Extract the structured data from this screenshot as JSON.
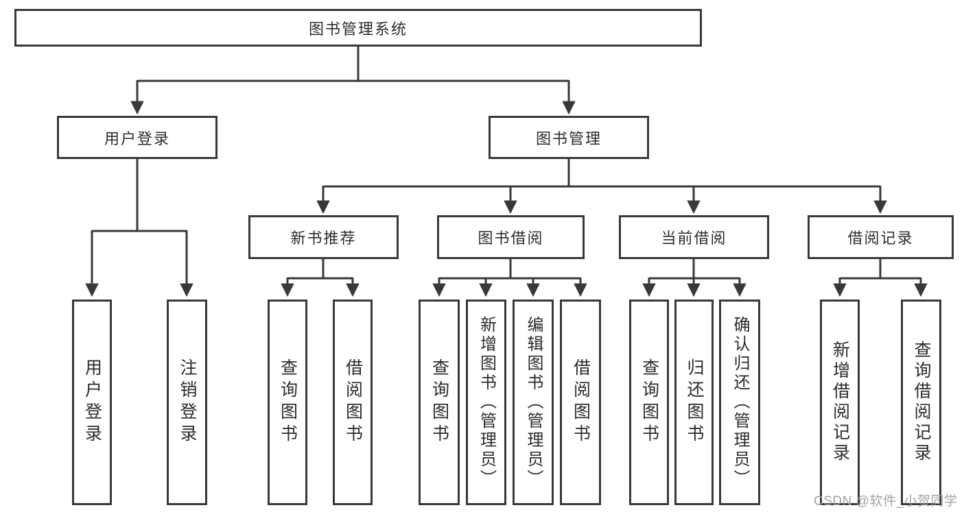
{
  "diagram": {
    "root": "图书管理系统",
    "level2": [
      {
        "label": "用户登录",
        "leaves": [
          "用户登录",
          "注销登录"
        ]
      },
      {
        "label": "图书管理"
      }
    ],
    "level3": [
      {
        "label": "新书推荐",
        "leaves": [
          "查询图书",
          "借阅图书"
        ]
      },
      {
        "label": "图书借阅",
        "leaves": [
          "查询图书",
          "新增图书（管理员）",
          "编辑图书（管理员）",
          "借阅图书"
        ]
      },
      {
        "label": "当前借阅",
        "leaves": [
          "查询图书",
          "归还图书",
          "确认归还（管理员）"
        ]
      },
      {
        "label": "借阅记录",
        "leaves": [
          "新增借阅记录",
          "查询借阅记录"
        ]
      }
    ]
  },
  "watermark": "CSDN @软件_小贺同学",
  "colors": {
    "line": "#383838",
    "text": "#2b2b2b",
    "background": "#ffffff",
    "watermark": "#a2a2a2"
  }
}
